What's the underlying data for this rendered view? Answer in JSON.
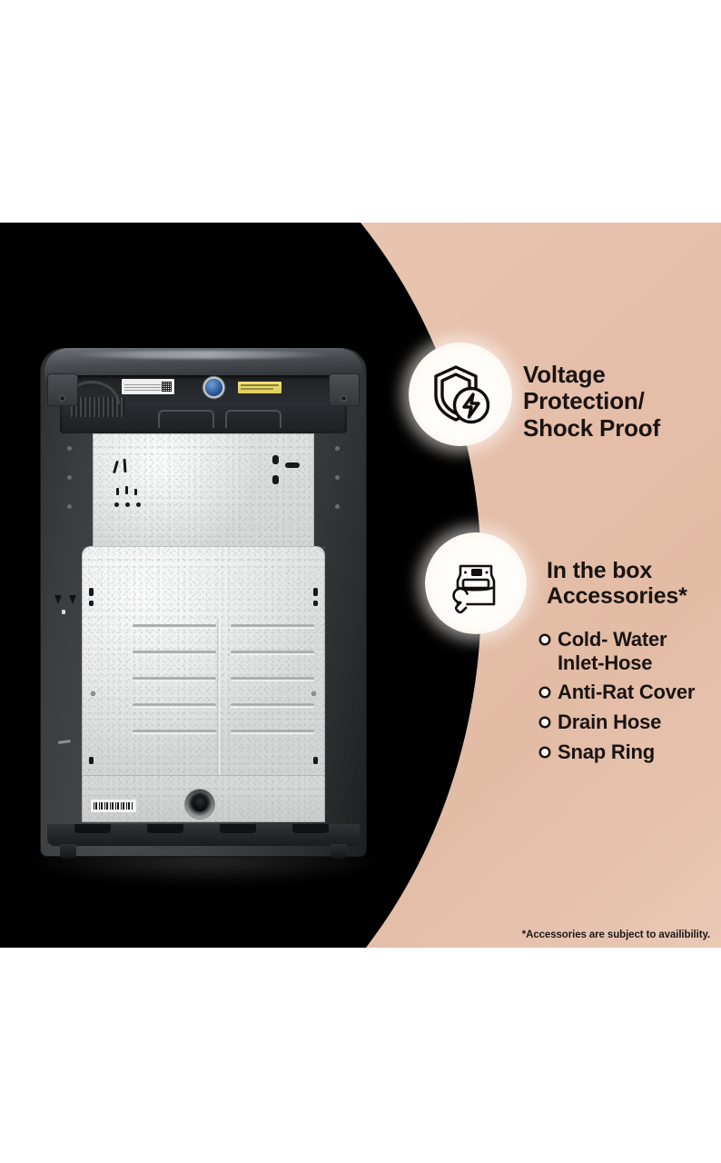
{
  "banner": {
    "background_color": "#e7c4b0",
    "blob_color": "#000000",
    "badge_bg_color": "#fffdfa",
    "text_color": "#1a1412"
  },
  "product": {
    "name": "top-load-washing-machine-rear-view",
    "body_color": "#3a3d40",
    "panel_color": "#dcdedd",
    "port_color": "#2f5f9e",
    "warning_label_color": "#e0d066"
  },
  "features": [
    {
      "id": "voltage-protection",
      "icon": "shield-bolt-icon",
      "title": "Voltage\nProtection/\nShock Proof"
    },
    {
      "id": "in-the-box",
      "icon": "washing-machine-wrench-icon",
      "title": "In the box\nAccessories*",
      "items": [
        "Cold- Water\nInlet-Hose",
        "Anti-Rat Cover",
        "Drain Hose",
        "Snap Ring"
      ]
    }
  ],
  "disclaimer": "*Accessories are subject to availibility."
}
